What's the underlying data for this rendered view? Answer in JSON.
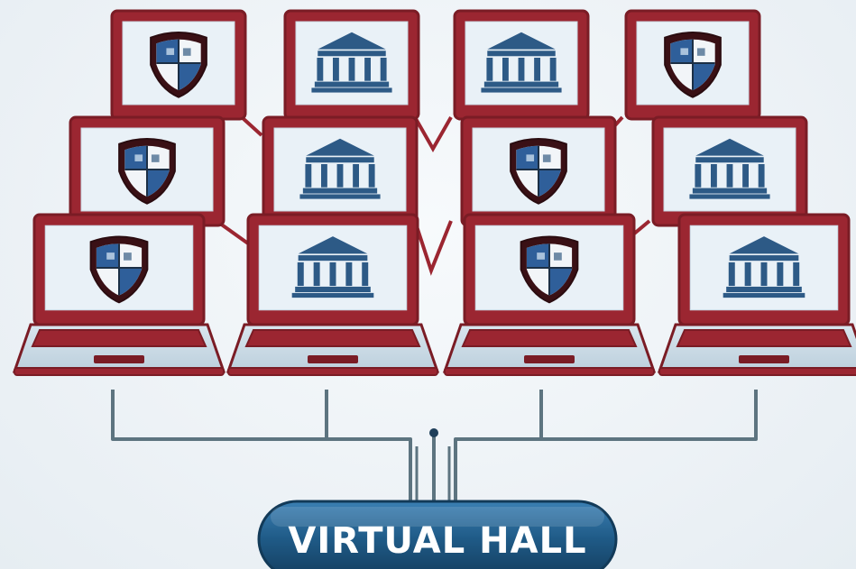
{
  "hub": {
    "label": "VIRTUAL HALL"
  },
  "icons": {
    "shield": "shield-icon",
    "building": "bank-building-icon"
  },
  "colors": {
    "frame": "#9b2631",
    "frame_dark": "#7a1c25",
    "screen": "#e9f1f7",
    "shield_blue": "#2f5f9a",
    "building_blue": "#2d5a86",
    "connector": "#5d7480",
    "hub_blue": "#1f5a86"
  },
  "rows": [
    {
      "row": "back",
      "icons": [
        "shield",
        "building",
        "building",
        "shield"
      ]
    },
    {
      "row": "middle",
      "icons": [
        "shield",
        "building",
        "shield",
        "building"
      ]
    },
    {
      "row": "front",
      "icons": [
        "shield",
        "building",
        "shield",
        "building"
      ]
    }
  ]
}
